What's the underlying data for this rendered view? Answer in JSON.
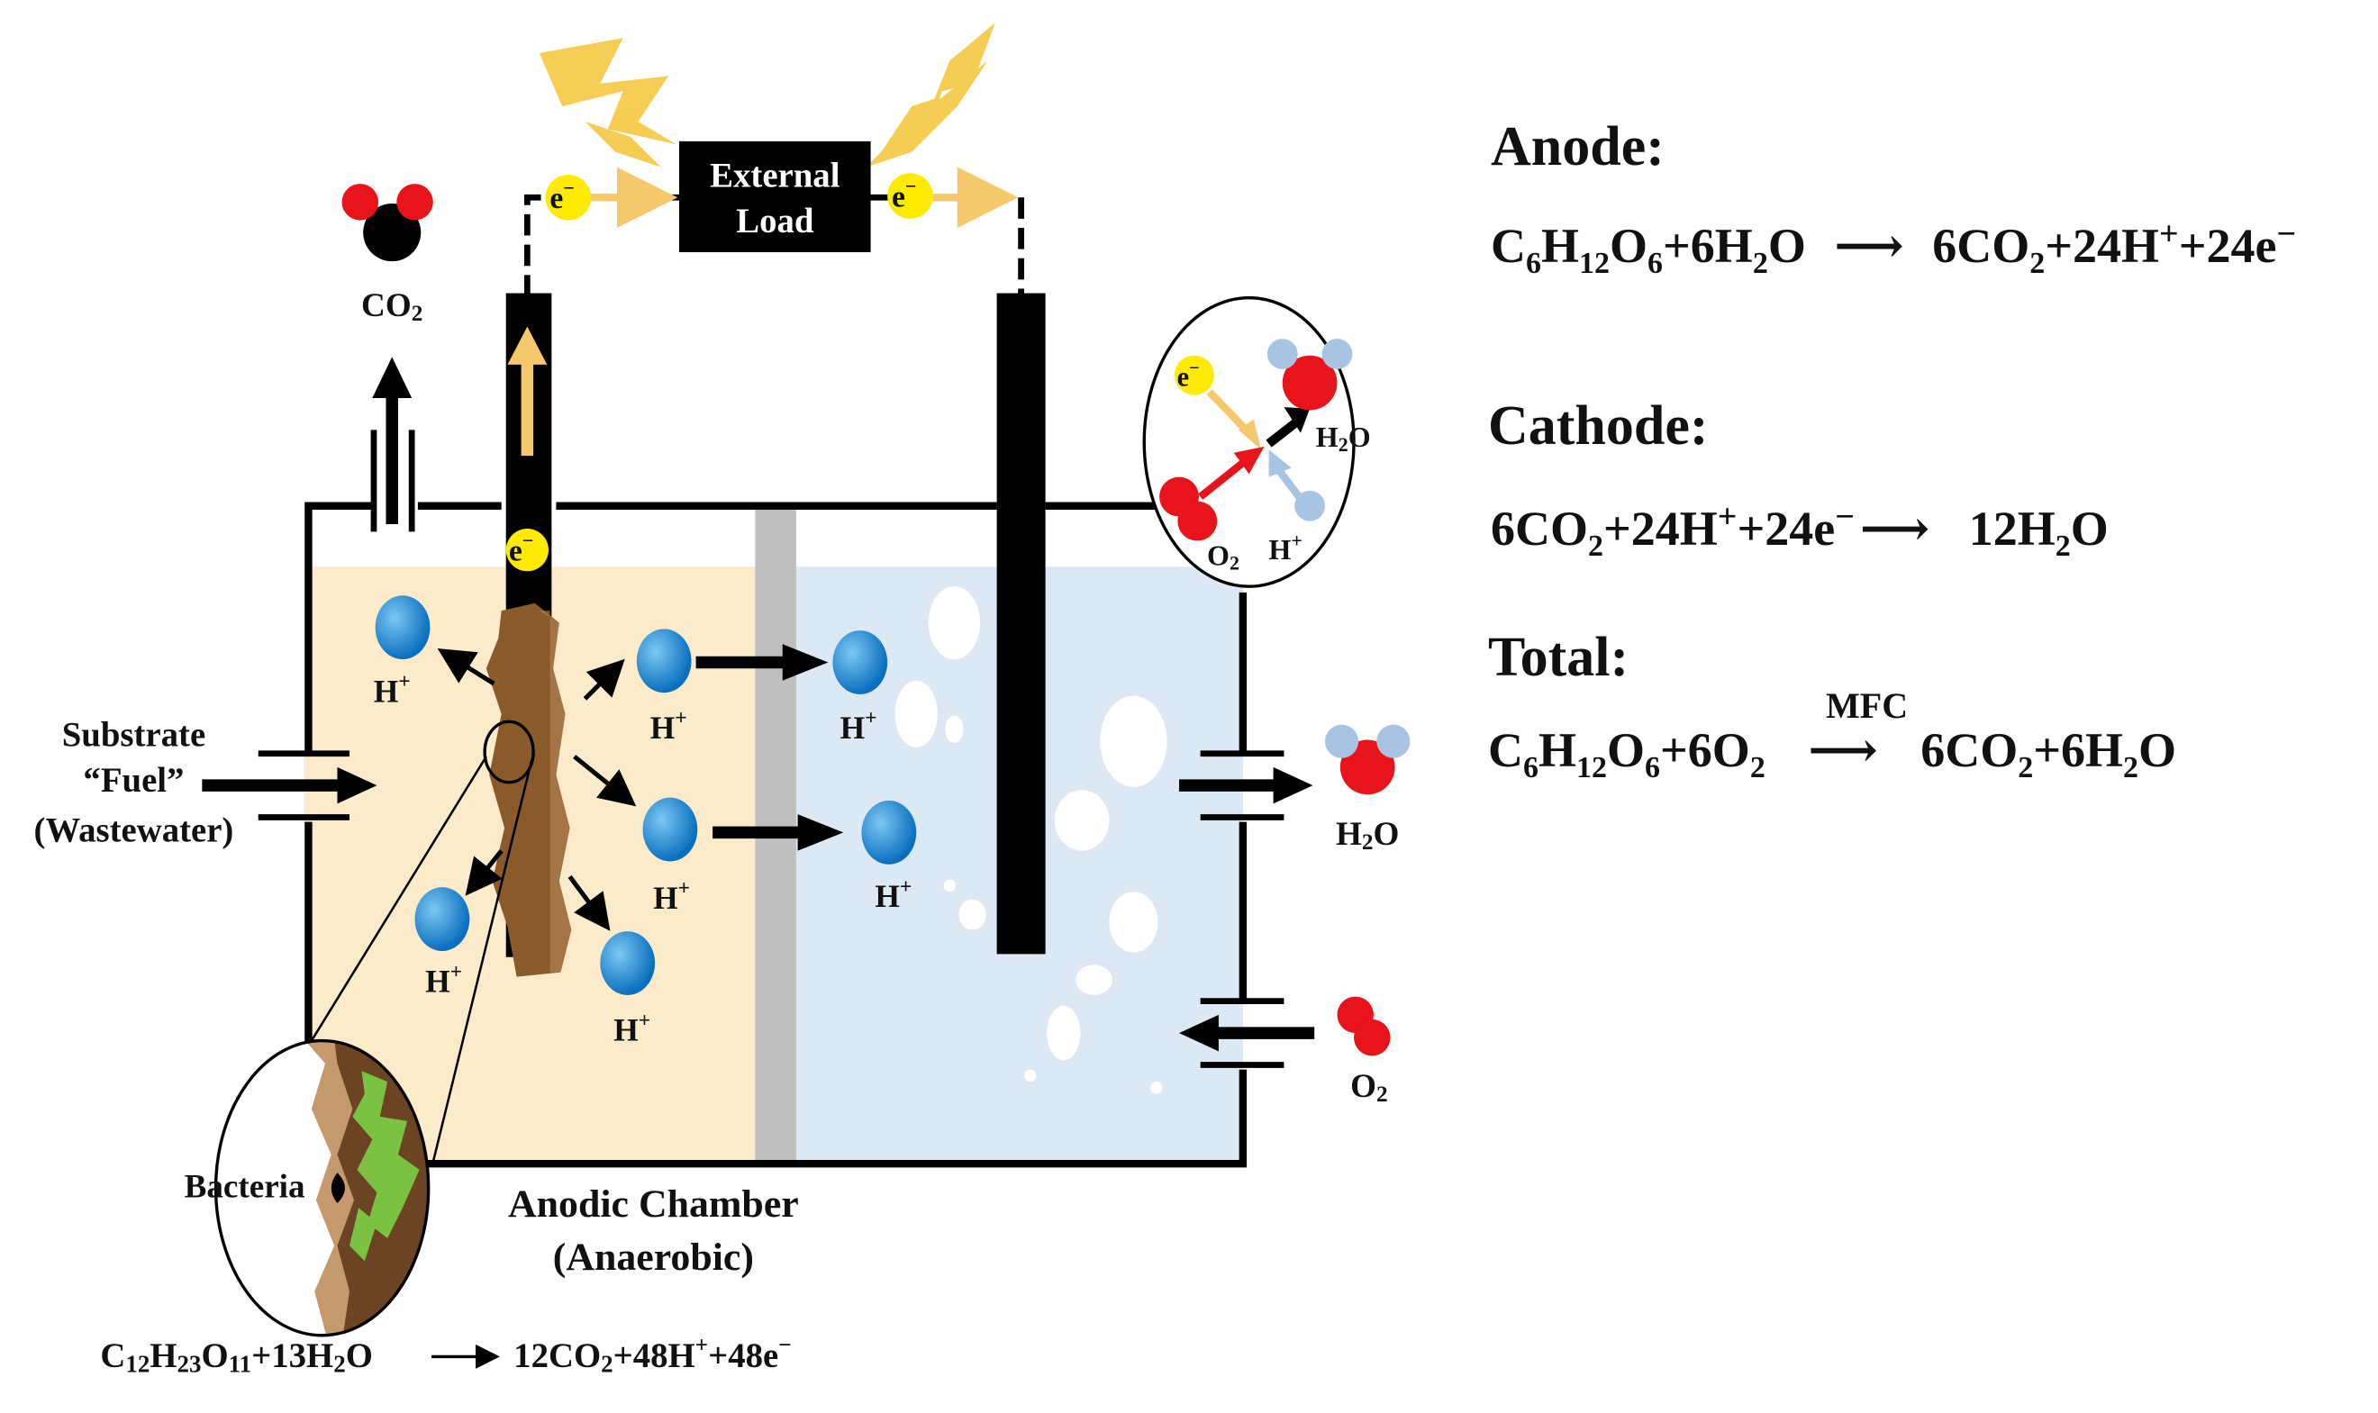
{
  "load": {
    "line1": "External",
    "line2": "Load"
  },
  "electron": "e",
  "electron_sup": "−",
  "co2_top": "CO2",
  "proton": "H",
  "proton_sup": "+",
  "substrate": {
    "line1": "Substrate",
    "line2": "“Fuel”",
    "line3": "(Wastewater)"
  },
  "bacteria": "Bacteria",
  "chamber": {
    "line1": "Anodic Chamber",
    "line2": "(Anaerobic)"
  },
  "bacteria_equation": "C12H23O11+13H2O ⟶ 12CO2+48H+ +48e−",
  "cathode_inset": {
    "h2o": "H2O",
    "o2": "O2",
    "h": "H+"
  },
  "outlet_label": "H2O",
  "inlet_label": "O2",
  "equations": {
    "anode_title": "Anode:",
    "anode_eq": "C6H12O6+6H2O ⟶ 6CO2+24H+ +24e−",
    "cathode_title": "Cathode:",
    "cathode_eq": "6CO2+24H+ +24e− ⟶ 12H2O",
    "total_title": "Total:",
    "mfc": "MFC",
    "total_eq": "C6H12O6+6O2 ⟶ 6CO2+6H2O"
  },
  "colors": {
    "anode_fill": "#fcebcb",
    "cathode_fill": "#dde8f5",
    "membrane": "#bfbfbf",
    "electrode": "#000000",
    "biofilm": "#8b5a2b",
    "proton": "#1f7fc9",
    "electron": "#ffeb00",
    "lightning": "#f5c842",
    "oxygen_atom": "#e8131b",
    "hydrogen_atom": "#a7c4e3",
    "bacteria_green": "#7cc242"
  }
}
